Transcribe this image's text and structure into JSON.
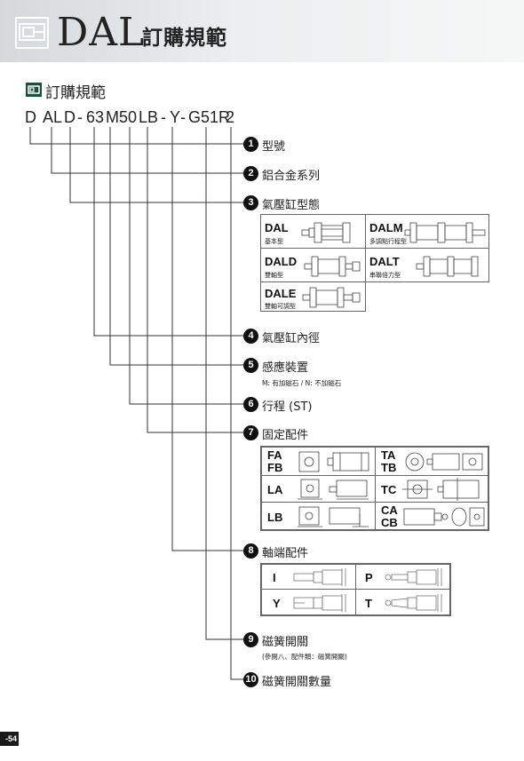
{
  "header": {
    "title": "DAL",
    "subtitle": "訂購規範"
  },
  "section": {
    "title": "訂購規範"
  },
  "code": {
    "parts": [
      "D",
      "AL",
      "D",
      "-",
      "63",
      "M",
      "50",
      "LB",
      "-",
      "Y",
      "-",
      "G51R",
      "2"
    ]
  },
  "items": [
    {
      "num": "1",
      "label": "型號"
    },
    {
      "num": "2",
      "label": "鋁合金系列"
    },
    {
      "num": "3",
      "label": "氣壓缸型態"
    },
    {
      "num": "4",
      "label": "氣壓缸內徑"
    },
    {
      "num": "5",
      "label": "感應裝置",
      "note": "M: 有加磁石 / N: 不加磁石"
    },
    {
      "num": "6",
      "label": "行程 (ST)"
    },
    {
      "num": "7",
      "label": "固定配件"
    },
    {
      "num": "8",
      "label": "軸端配件"
    },
    {
      "num": "9",
      "label": "磁簧開關",
      "note": "(參閱八、配件類：磁簧開關)"
    },
    {
      "num": "10",
      "label": "磁簧開關數量"
    }
  ],
  "types": [
    {
      "name": "DAL",
      "desc": "基本型"
    },
    {
      "name": "DALM",
      "desc": "多調點行程型"
    },
    {
      "name": "DALD",
      "desc": "雙軸型"
    },
    {
      "name": "DALT",
      "desc": "串聯倍力型"
    },
    {
      "name": "DALE",
      "desc": "雙軸可調型"
    }
  ],
  "mounts": [
    {
      "name": "FA\nFB"
    },
    {
      "name": "TA\nTB"
    },
    {
      "name": "LA"
    },
    {
      "name": "TC"
    },
    {
      "name": "LB"
    },
    {
      "name": "CA\nCB"
    }
  ],
  "rods": [
    {
      "name": "I"
    },
    {
      "name": "P"
    },
    {
      "name": "Y"
    },
    {
      "name": "T"
    }
  ],
  "page": {
    "number": "-54"
  }
}
